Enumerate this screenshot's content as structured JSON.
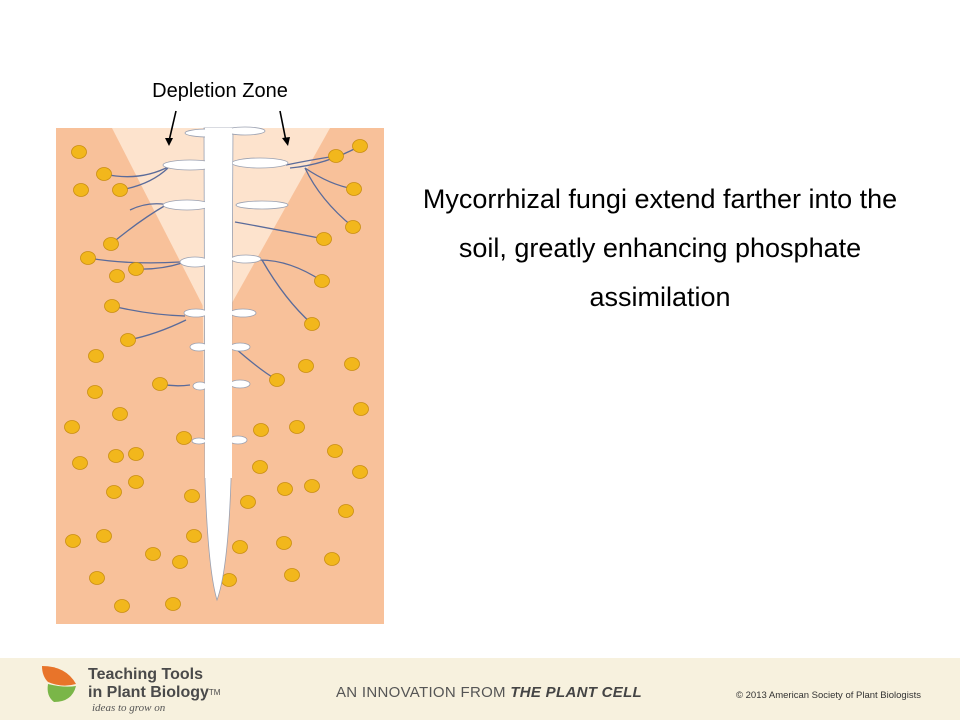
{
  "diagram": {
    "depletion_label": "Depletion Zone",
    "soil_color": "#f8c19a",
    "zone_color": "#fde3cd",
    "root_color": "#ffffff",
    "phosphate_color": "#f2b71c",
    "hypha_color": "#5a6b9a"
  },
  "caption": "Mycorrhizal fungi extend farther into the soil, greatly enhancing phosphate assimilation",
  "footer": {
    "brand_line1": "Teaching Tools",
    "brand_line2": "in Plant Biology",
    "trademark": "TM",
    "tagline": "ideas to grow on",
    "innovation_prefix": "AN INNOVATION FROM",
    "innovation_name": "THE PLANT CELL",
    "copyright": "© 2013 American Society of Plant Biologists"
  }
}
